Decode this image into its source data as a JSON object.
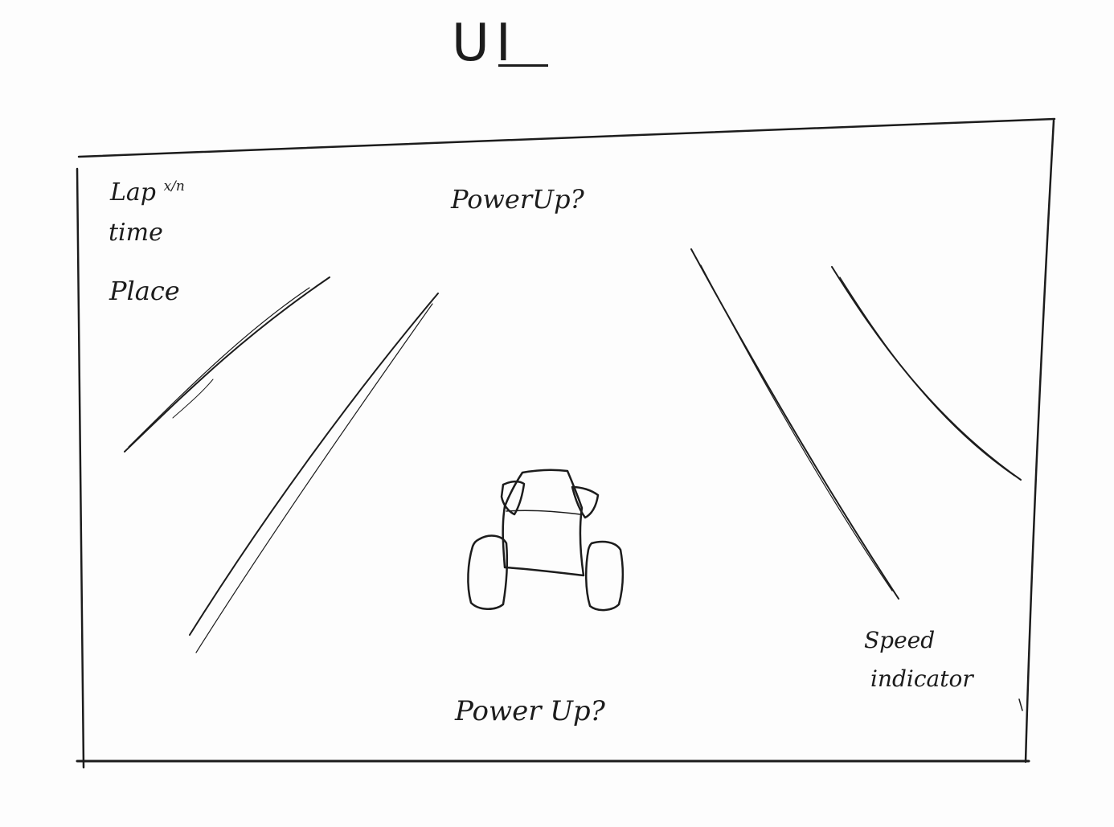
{
  "sketch_title": "UI",
  "hud": {
    "lap_label": "Lap",
    "lap_fraction": "x/n",
    "time_label": "time",
    "place_label": "Place"
  },
  "powerup_top": "PowerUp?",
  "powerup_bottom": "Power Up?",
  "speed_indicator": {
    "line1": "Speed",
    "line2": "indicator"
  },
  "colors": {
    "ink": "#1c1c1c",
    "paper": "#fdfdfd"
  },
  "icons": {
    "vehicle": "kart-rear-view-icon"
  }
}
